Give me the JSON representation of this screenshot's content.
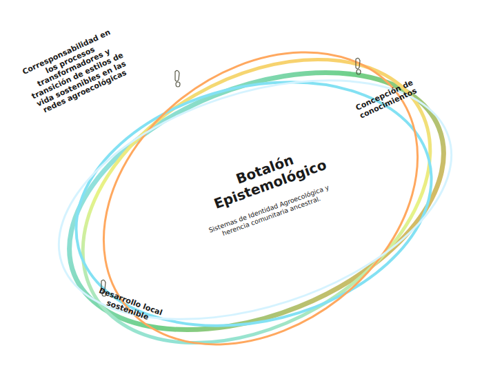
{
  "diagram": {
    "nodes": [
      {
        "text": [
          "Corresponsabilidad en los procesos transformadores y transición de estilos de vida sostenibles en las redes agroecológicas"
        ]
      },
      {
        "text": [
          "Concepción de conocimientos"
        ]
      },
      {
        "text": [
          "Botalón Epistemológico",
          "Sistemas de Identidad Agroecológica y herencia comunitaria ancestral."
        ]
      },
      {
        "text": [
          "Desarrollo local sostenible"
        ]
      }
    ]
  }
}
